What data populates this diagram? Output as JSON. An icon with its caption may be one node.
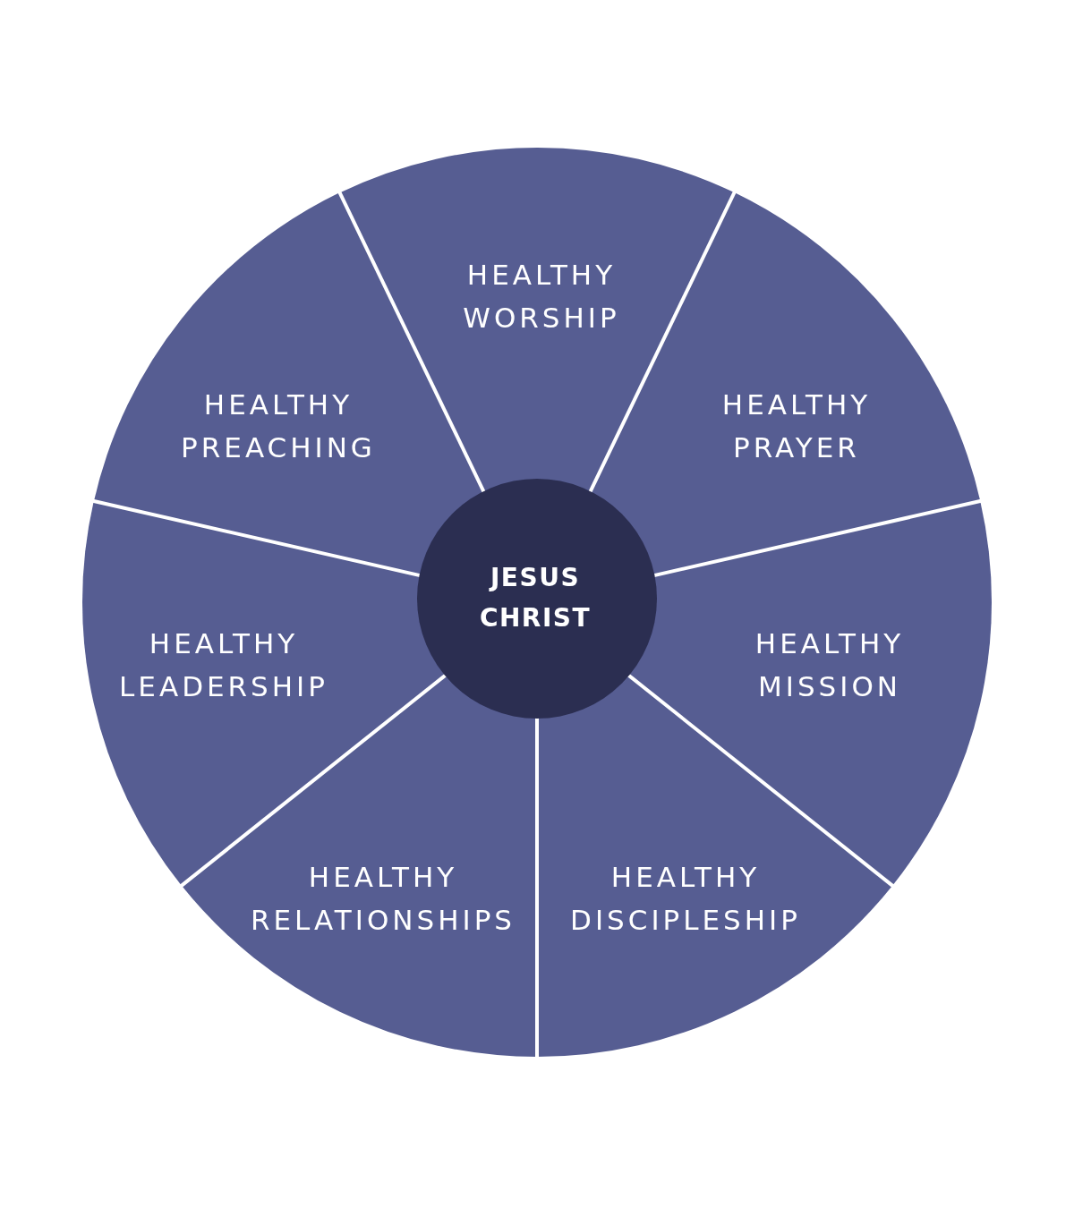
{
  "diagram": {
    "nodes": [
      {
        "text": [
          "JESUS CHRIST"
        ]
      },
      {
        "text": [
          "HEALTHY WORSHIP"
        ]
      },
      {
        "text": [
          "HEALTHY PRAYER"
        ]
      },
      {
        "text": [
          "HEALTHY MISSION"
        ]
      },
      {
        "text": [
          "HEALTHY DISCIPLESHIP"
        ]
      },
      {
        "text": [
          "HEALTHY RELATIONSHIPS"
        ]
      },
      {
        "text": [
          "HEALTHY LEADERSHIP"
        ]
      },
      {
        "text": [
          "HEALTHY PREACHING"
        ]
      }
    ]
  }
}
